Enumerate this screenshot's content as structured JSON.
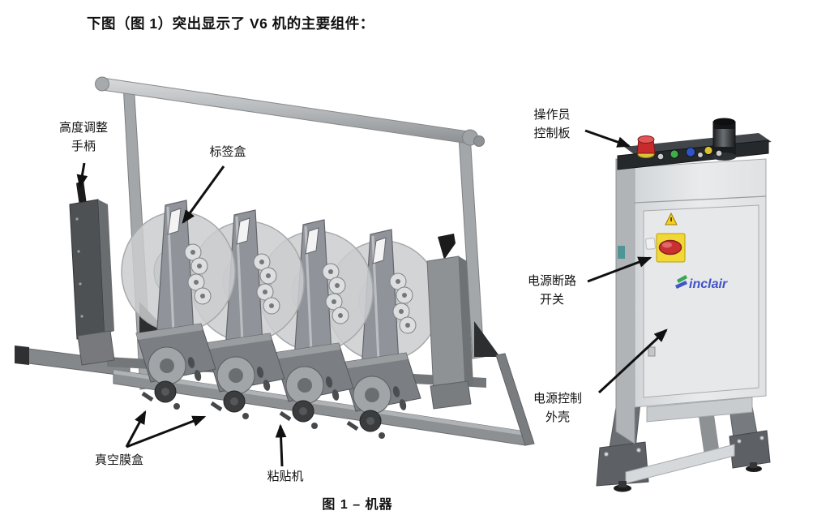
{
  "page": {
    "title": "下图（图 1）突出显示了 V6 机的主要组件：",
    "caption": "图 1 – 机器",
    "background": "#ffffff"
  },
  "callouts": {
    "machine": {
      "height_handle_line1": "高度调整",
      "height_handle_line2": "手柄",
      "label_box": "标签盒",
      "vacuum_box": "真空膜盒",
      "applicator": "粘贴机"
    },
    "cabinet": {
      "operator_panel_line1": "操作员",
      "operator_panel_line2": "控制板",
      "disconnect_line1": "电源断路",
      "disconnect_line2": "开关",
      "enclosure_line1": "电源控制",
      "enclosure_line2": "外壳"
    }
  },
  "cabinet": {
    "logo_text": "inclair",
    "colors": {
      "logo_green": "#3aa655",
      "logo_blue": "#3f55c8",
      "estop_red": "#c82b2b",
      "switch_plate_yellow": "#f2d837",
      "switch_handle_red": "#c93030",
      "warning_yellow": "#f3cf1f"
    }
  }
}
